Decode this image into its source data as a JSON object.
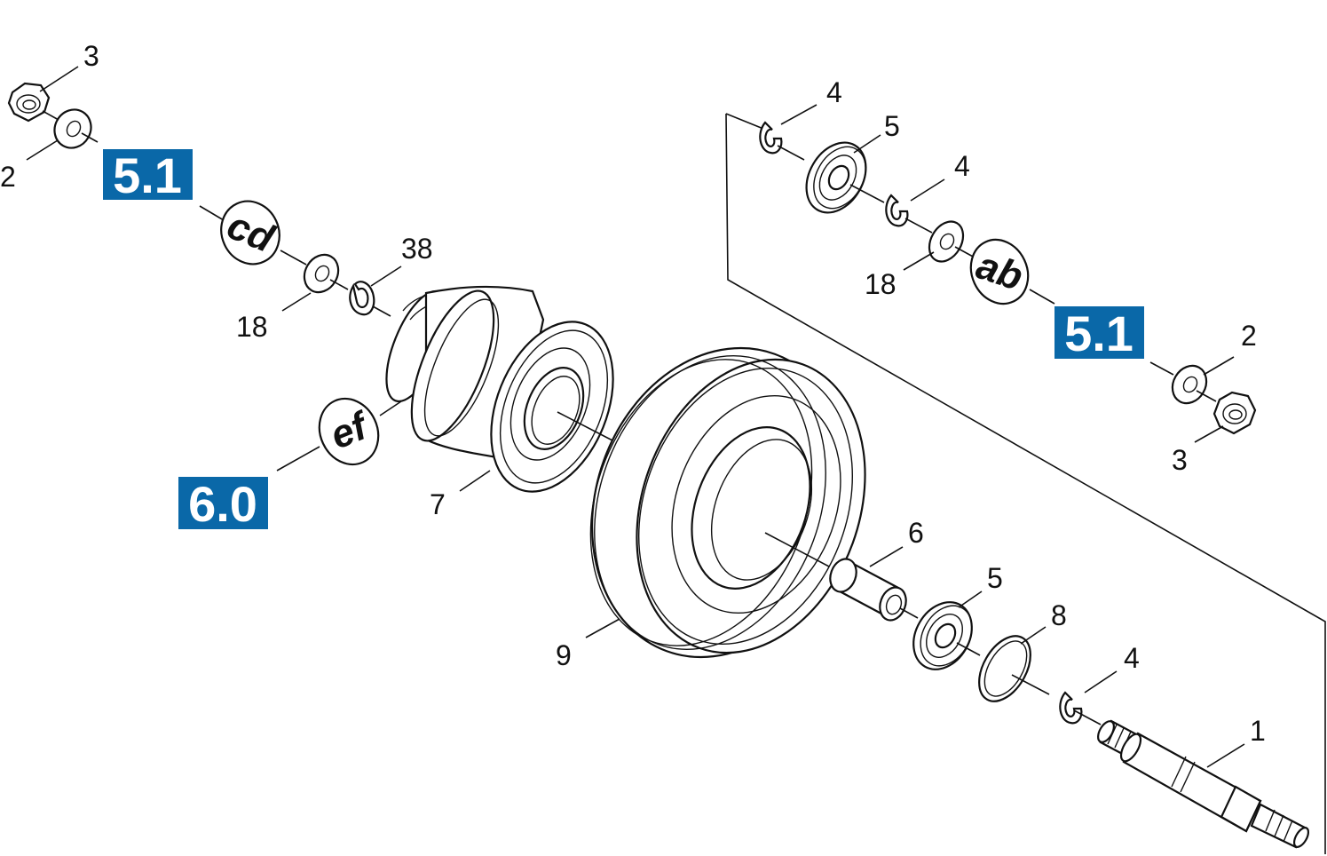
{
  "labels": {
    "n1": "1",
    "n2_left": "2",
    "n2_right": "2",
    "n3_left": "3",
    "n3_right": "3",
    "n4_top": "4",
    "n4_mid": "4",
    "n4_bottom": "4",
    "n5_top": "5",
    "n5_bottom": "5",
    "n6": "6",
    "n7": "7",
    "n8": "8",
    "n9": "9",
    "n18_left": "18",
    "n18_right": "18",
    "n38": "38"
  },
  "badges": {
    "left": "5.1",
    "right": "5.1",
    "bottom": "6.0"
  },
  "ovals": {
    "cd": "cd",
    "ab": "ab",
    "ef": "ef"
  },
  "colors": {
    "badge_bg": "#0a68a8",
    "line": "#111111"
  }
}
